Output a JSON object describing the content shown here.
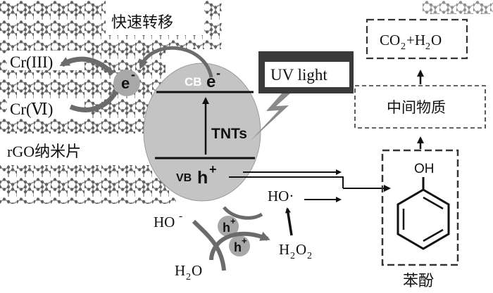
{
  "labels": {
    "fast_transfer": "快速转移",
    "cr3": "Cr(III)",
    "cr6": "Cr(Ⅵ)",
    "rgo": "rGO纳米片",
    "cb": "CB",
    "electron": "e",
    "electron_sign": "-",
    "tnts": "TNTs",
    "vb": "VB",
    "hole": "h",
    "hole_sign": "+",
    "uv": "UV light",
    "ho_minus": "HO",
    "ho_minus_sign": "-",
    "ho_radical": "HO·",
    "h2o2": "H",
    "h2o2_sub1": "2",
    "h2o2_mid": "O",
    "h2o2_sub2": "2",
    "h2o": "H",
    "h2o_sub": "2",
    "h2o_end": "O",
    "co2": "CO",
    "co2_sub": "2",
    "co2_plus": "+H",
    "co2_sub2": "2",
    "co2_end": "O",
    "intermediate": "中间物质",
    "oh": "OH",
    "phenol": "苯酚"
  },
  "colors": {
    "sphere": "#c4c4c4",
    "uv_box": "#3a3a3a",
    "bolt": "#8a8a8a",
    "arrow_gray": "#7a7a7a",
    "dark_arrow": "#555555",
    "ink": "#111111"
  }
}
